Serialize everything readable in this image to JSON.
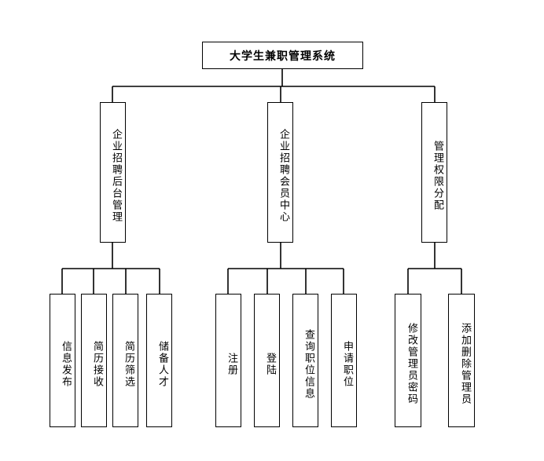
{
  "root": {
    "label": "大学生兼职管理系统"
  },
  "branches": [
    {
      "label": "企业招聘后台管理",
      "children": [
        "信息发布",
        "简历接收",
        "简历筛选",
        "储备人才"
      ]
    },
    {
      "label": "企业招聘会员中心",
      "children": [
        "注册",
        "登陆",
        "查询职位信息",
        "申请职位"
      ]
    },
    {
      "label": "管理权限分配",
      "children": [
        "修改管理员密码",
        "添加删除管理员"
      ]
    }
  ]
}
